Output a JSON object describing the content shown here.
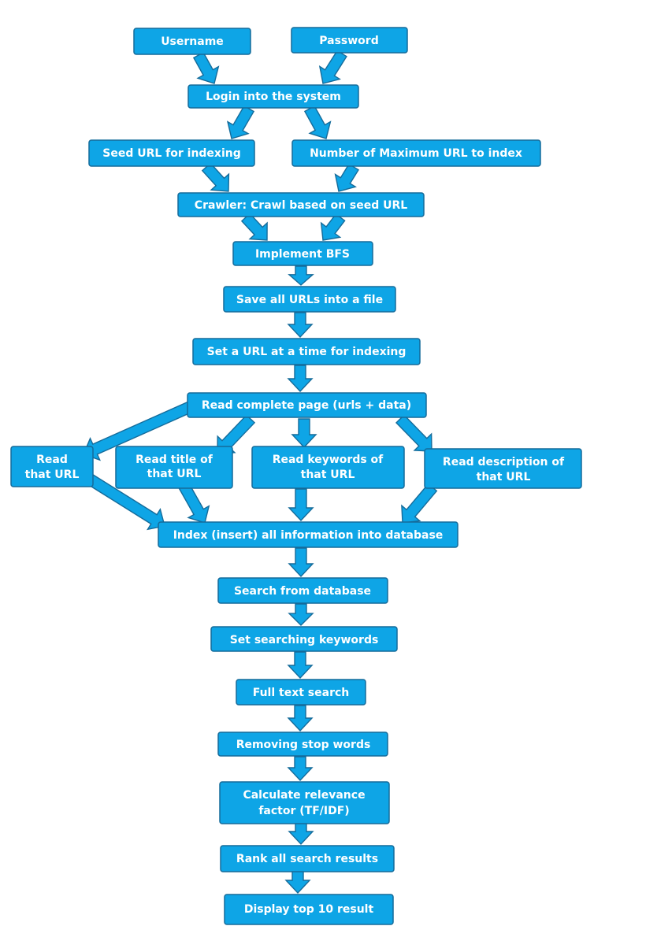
{
  "nodes": {
    "username": "Username",
    "password": "Password",
    "login": "Login into the system",
    "seed_url": "Seed URL for indexing",
    "max_url": "Number of Maximum URL to index",
    "crawler": "Crawler: Crawl based on seed URL",
    "bfs": "Implement BFS",
    "save_urls": "Save all URLs into a file",
    "set_url": "Set a URL at a time for indexing",
    "read_page": "Read complete page (urls + data)",
    "read_url_1": "Read",
    "read_url_2": "that URL",
    "read_title_1": "Read title of",
    "read_title_2": "that URL",
    "read_keywords_1": "Read keywords of",
    "read_keywords_2": "that URL",
    "read_desc_1": "Read description of",
    "read_desc_2": "that URL",
    "index": "Index (insert) all information into database",
    "search_db": "Search from database",
    "set_keywords": "Set searching keywords",
    "full_text": "Full text search",
    "stop_words": "Removing stop words",
    "relevance_1": "Calculate relevance",
    "relevance_2": "factor (TF/IDF)",
    "rank": "Rank all search results",
    "display": "Display top 10 result"
  },
  "colors": {
    "box_fill": "#0ea5e6",
    "box_border": "#156b9a",
    "text": "#ffffff"
  }
}
